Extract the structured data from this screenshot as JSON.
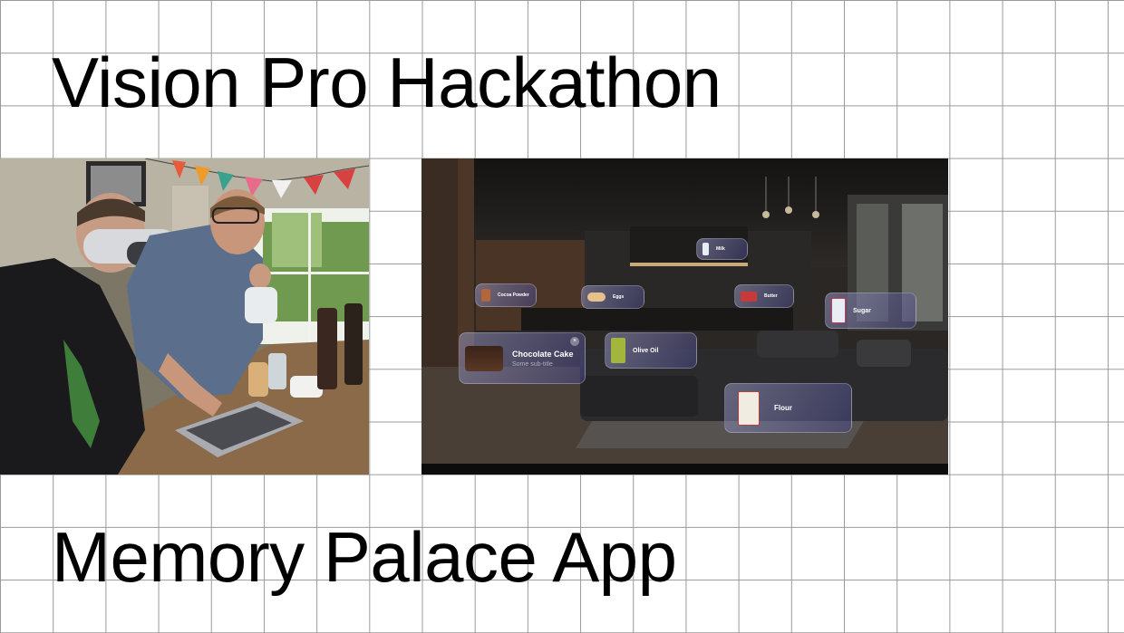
{
  "slide": {
    "title": "Vision Pro Hackathon",
    "subtitle": "Memory Palace App"
  },
  "photo": {
    "alt": "Two people at a table, one wearing a Vision Pro headset, the other typing on a laptop"
  },
  "render": {
    "cards": {
      "milk": "Milk",
      "cocoa": "Cocoa Powder",
      "eggs": "Eggs",
      "butter": "Butter",
      "sugar": "Sugar",
      "cake": "Chocolate Cake",
      "cake_sub": "Some sub-title",
      "close": "×",
      "olive": "Olive Oil",
      "flour": "Flour"
    }
  },
  "colors": {
    "grid": "#9a9a9a",
    "background": "#ffffff",
    "title": "#000000"
  }
}
